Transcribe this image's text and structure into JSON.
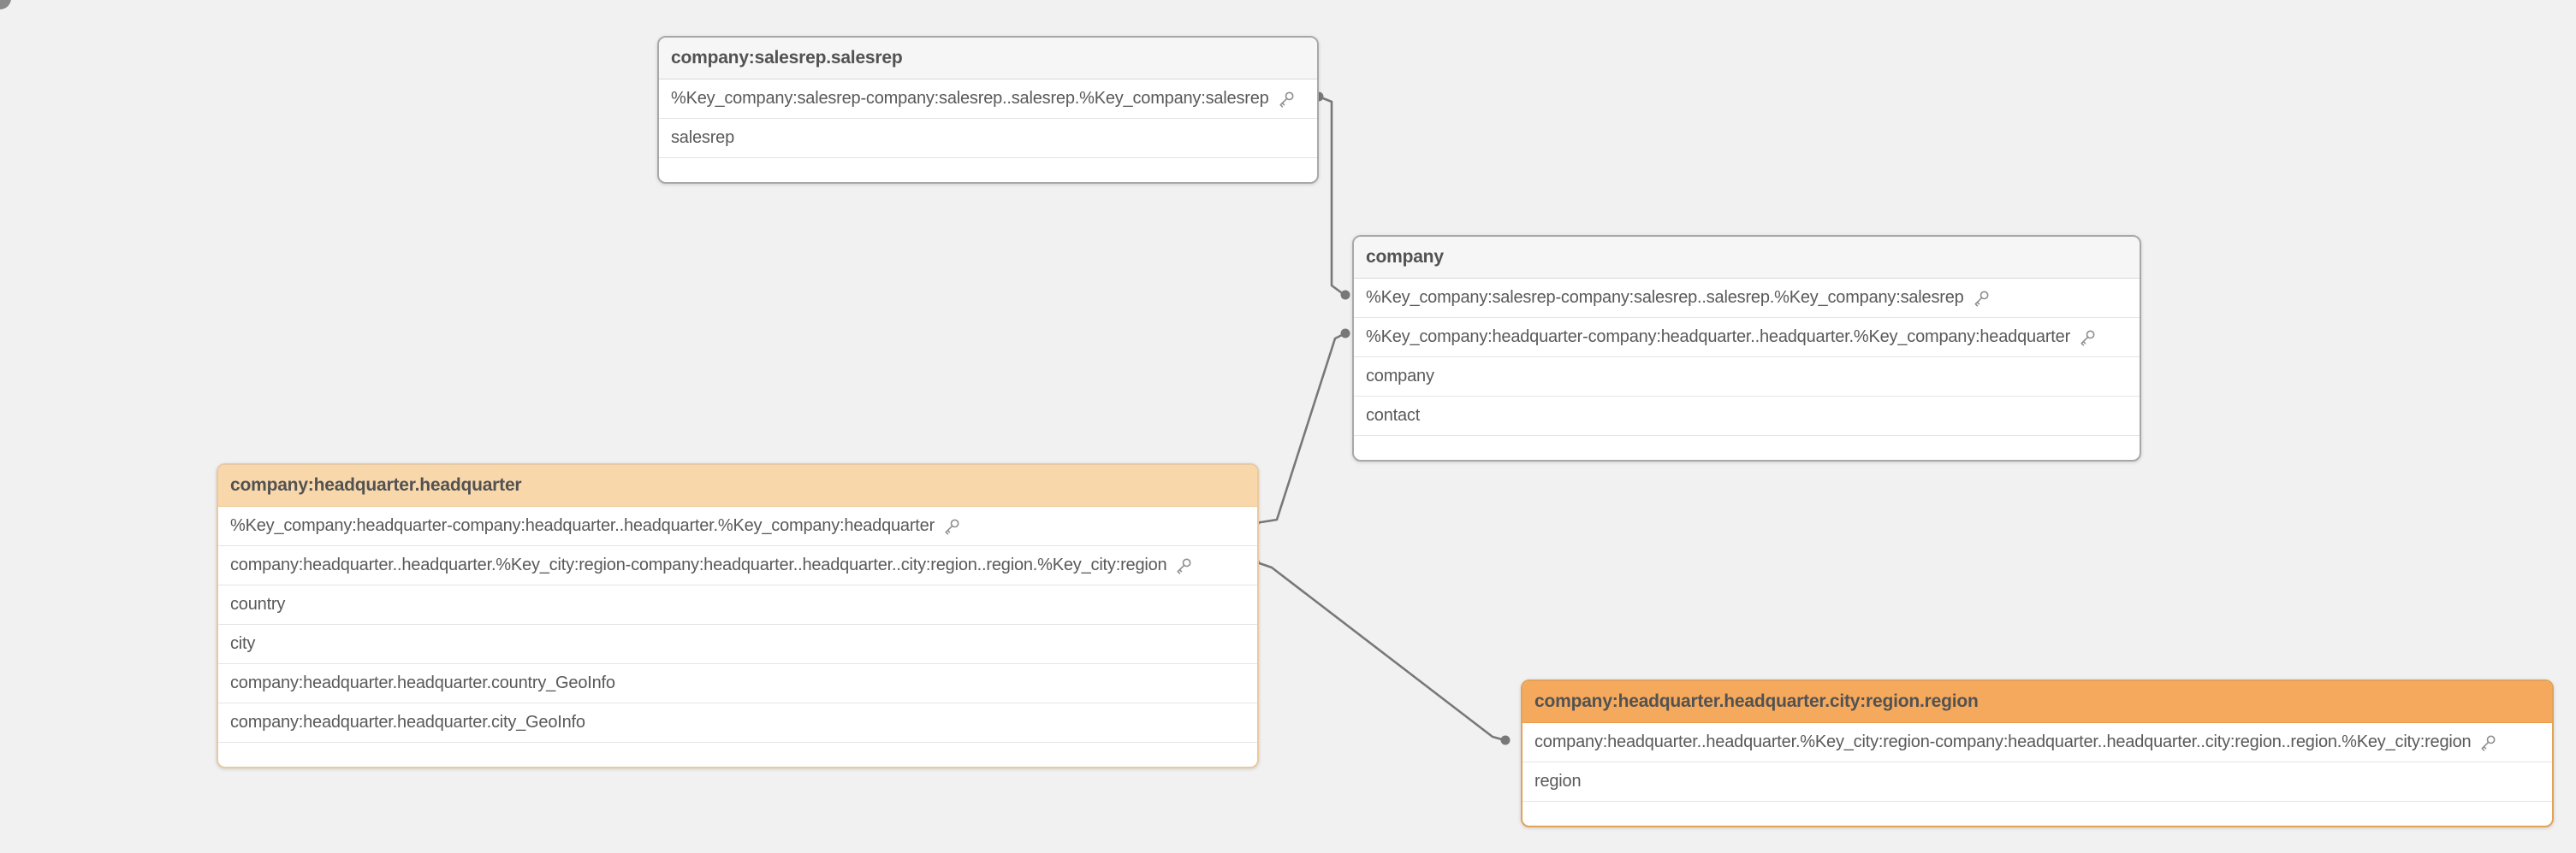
{
  "canvas": {
    "background": "#f1f1f1"
  },
  "colors": {
    "header_gray": "#f6f6f6",
    "header_orange_light": "#f8d7ab",
    "header_orange": "#f5a95c",
    "table_border_gray": "#a8a8a8",
    "table_border_orange_light": "#e9c9a1",
    "table_border_orange": "#e2a258",
    "connector": "#787878",
    "text": "#595959"
  },
  "tables": [
    {
      "title": "company:salesrep.salesrep",
      "variant": "default",
      "fields": [
        {
          "name": "%Key_company:salesrep-company:salesrep..salesrep.%Key_company:salesrep",
          "key": true
        },
        {
          "name": "salesrep",
          "key": false
        }
      ]
    },
    {
      "title": "company",
      "variant": "default",
      "fields": [
        {
          "name": "%Key_company:salesrep-company:salesrep..salesrep.%Key_company:salesrep",
          "key": true
        },
        {
          "name": "%Key_company:headquarter-company:headquarter..headquarter.%Key_company:headquarter",
          "key": true
        },
        {
          "name": "company",
          "key": false
        },
        {
          "name": "contact",
          "key": false
        }
      ]
    },
    {
      "title": "company:headquarter.headquarter",
      "variant": "orange-light",
      "fields": [
        {
          "name": "%Key_company:headquarter-company:headquarter..headquarter.%Key_company:headquarter",
          "key": true
        },
        {
          "name": "company:headquarter..headquarter.%Key_city:region-company:headquarter..headquarter..city:region..region.%Key_city:region",
          "key": true
        },
        {
          "name": "country",
          "key": false
        },
        {
          "name": "city",
          "key": false
        },
        {
          "name": "company:headquarter.headquarter.country_GeoInfo",
          "key": false
        },
        {
          "name": "company:headquarter.headquarter.city_GeoInfo",
          "key": false
        }
      ]
    },
    {
      "title": "company:headquarter.headquarter.city:region.region",
      "variant": "orange",
      "fields": [
        {
          "name": "company:headquarter..headquarter.%Key_city:region-company:headquarter..headquarter..city:region..region.%Key_city:region",
          "key": true
        },
        {
          "name": "region",
          "key": false
        }
      ]
    }
  ],
  "connections": [
    {
      "from_table": "company:salesrep.salesrep",
      "from_field": "%Key_company:salesrep-company:salesrep..salesrep.%Key_company:salesrep",
      "to_table": "company",
      "to_field": "%Key_company:salesrep-company:salesrep..salesrep.%Key_company:salesrep"
    },
    {
      "from_table": "company",
      "from_field": "%Key_company:headquarter-company:headquarter..headquarter.%Key_company:headquarter",
      "to_table": "company:headquarter.headquarter",
      "to_field": "%Key_company:headquarter-company:headquarter..headquarter.%Key_company:headquarter"
    },
    {
      "from_table": "company:headquarter.headquarter",
      "from_field": "company:headquarter..headquarter.%Key_city:region-company:headquarter..headquarter..city:region..region.%Key_city:region",
      "to_table": "company:headquarter.headquarter.city:region.region",
      "to_field": "company:headquarter..headquarter.%Key_city:region-company:headquarter..headquarter..city:region..region.%Key_city:region"
    }
  ]
}
